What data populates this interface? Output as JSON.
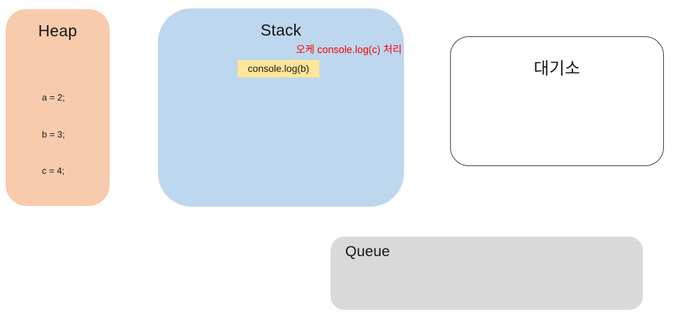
{
  "diagram": {
    "heap": {
      "title": "Heap",
      "lines": [
        "a = 2;",
        "b = 3;",
        "c = 4;"
      ]
    },
    "stack": {
      "title": "Stack",
      "annotation": "오케 console.log(c) 처리",
      "frame_label": "console.log(b)"
    },
    "waiting_room": {
      "title": "대기소"
    },
    "queue": {
      "title": "Queue"
    },
    "colors": {
      "heap_bg": "#F8CBAD",
      "stack_bg": "#BDD7EE",
      "frame_bg": "#FFE699",
      "queue_bg": "#D9D9D9",
      "waiting_border": "#3D3D3D",
      "annotation_color": "#FF0000"
    }
  }
}
